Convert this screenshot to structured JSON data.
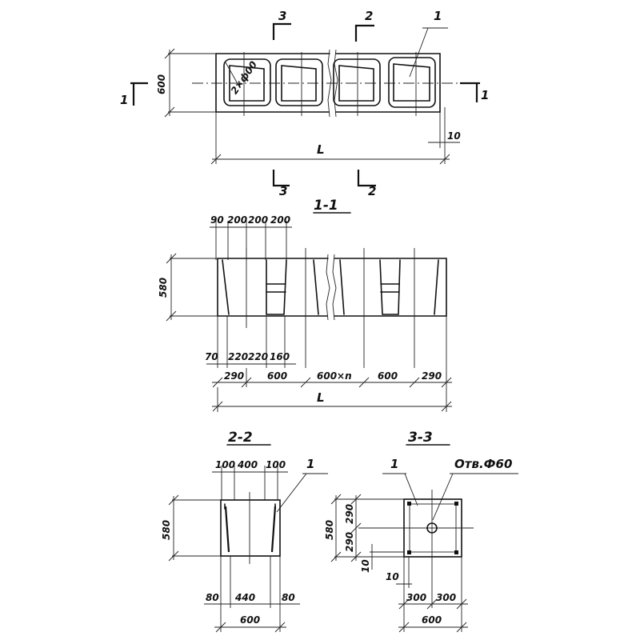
{
  "plan": {
    "section_marks": {
      "cut_1": "1",
      "cut_2": "2",
      "cut_3": "3"
    },
    "item_marker": "1",
    "dim_width": "600",
    "dim_length": "L",
    "dim_offset": "10",
    "diag_label": "2×ф00"
  },
  "section_1_1": {
    "title": "1-1",
    "top_dims": [
      "90",
      "200",
      "200",
      "200"
    ],
    "bottom_small_dims": [
      "70",
      "220",
      "220",
      "160"
    ],
    "bottom_dims": [
      "290",
      "600",
      "600×n",
      "600",
      "290"
    ],
    "height_dim": "580",
    "total_dim": "L"
  },
  "section_2_2": {
    "title": "2-2",
    "top_dims": [
      "100",
      "400",
      "100"
    ],
    "height_dim": "580",
    "bottom_small_dims": [
      "80",
      "440",
      "80"
    ],
    "total_dim": "600",
    "item_marker": "1"
  },
  "section_3_3": {
    "title": "3-3",
    "item_marker": "1",
    "hole_label": "Отв.Ф60",
    "height_dim": "580",
    "half_dims": [
      "290",
      "290"
    ],
    "offset_dim_left": "10",
    "offset_dim_bottom": "10",
    "bottom_small_dims": [
      "300",
      "300"
    ],
    "total_dim": "600"
  }
}
